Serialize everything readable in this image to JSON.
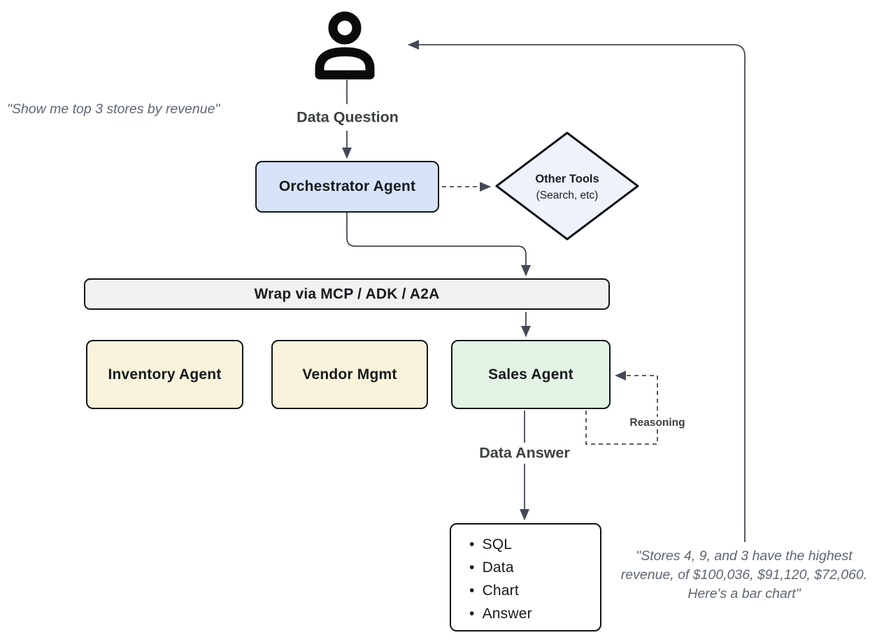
{
  "diagram": {
    "user_quote": "\"Show me top 3 stores by revenue\"",
    "labels": {
      "data_question": "Data Question",
      "data_answer": "Data Answer",
      "reasoning": "Reasoning"
    },
    "nodes": {
      "orchestrator": "Orchestrator Agent",
      "other_tools_title": "Other Tools",
      "other_tools_subtitle": "(Search, etc)",
      "wrap_bar": "Wrap via MCP / ADK / A2A",
      "inventory": "Inventory Agent",
      "vendor": "Vendor Mgmt",
      "sales": "Sales Agent"
    },
    "output_items": [
      "SQL",
      "Data",
      "Chart",
      "Answer"
    ],
    "result_quote_lines": [
      "\"Stores 4, 9, and 3 have the highest",
      "revenue, of $100,036, $91,120, $72,060.",
      "Here's a bar chart\""
    ],
    "colors": {
      "orchestrator_fill": "#d6e3f9",
      "diamond_fill": "#edf2fc",
      "bar_fill": "#f1f1f2",
      "agent_fill": "#faf3dc",
      "sales_fill": "#e3f4e4",
      "line": "#434a56",
      "node_border": "#121417",
      "label_text": "#3c4043",
      "quote_text": "#5f6672"
    }
  }
}
